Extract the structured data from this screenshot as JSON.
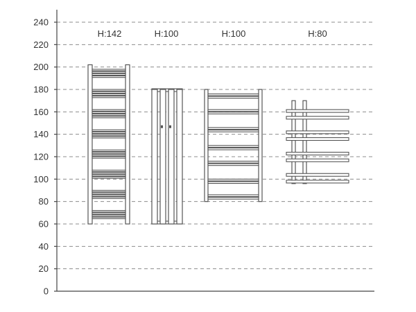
{
  "chart_data": {
    "type": "diagram",
    "ylim": [
      0,
      240
    ],
    "y_ticks": [
      "0",
      "20",
      "40",
      "60",
      "80",
      "100",
      "120",
      "140",
      "160",
      "180",
      "200",
      "220",
      "240"
    ],
    "grid": true,
    "radiators": [
      {
        "label": "H:142",
        "bottom": 60,
        "top": 202
      },
      {
        "label": "H:100",
        "bottom": 60,
        "top": 180
      },
      {
        "label": "H:100",
        "bottom": 80,
        "top": 180
      },
      {
        "label": "H:80",
        "bottom": 96,
        "top": 170
      }
    ]
  }
}
